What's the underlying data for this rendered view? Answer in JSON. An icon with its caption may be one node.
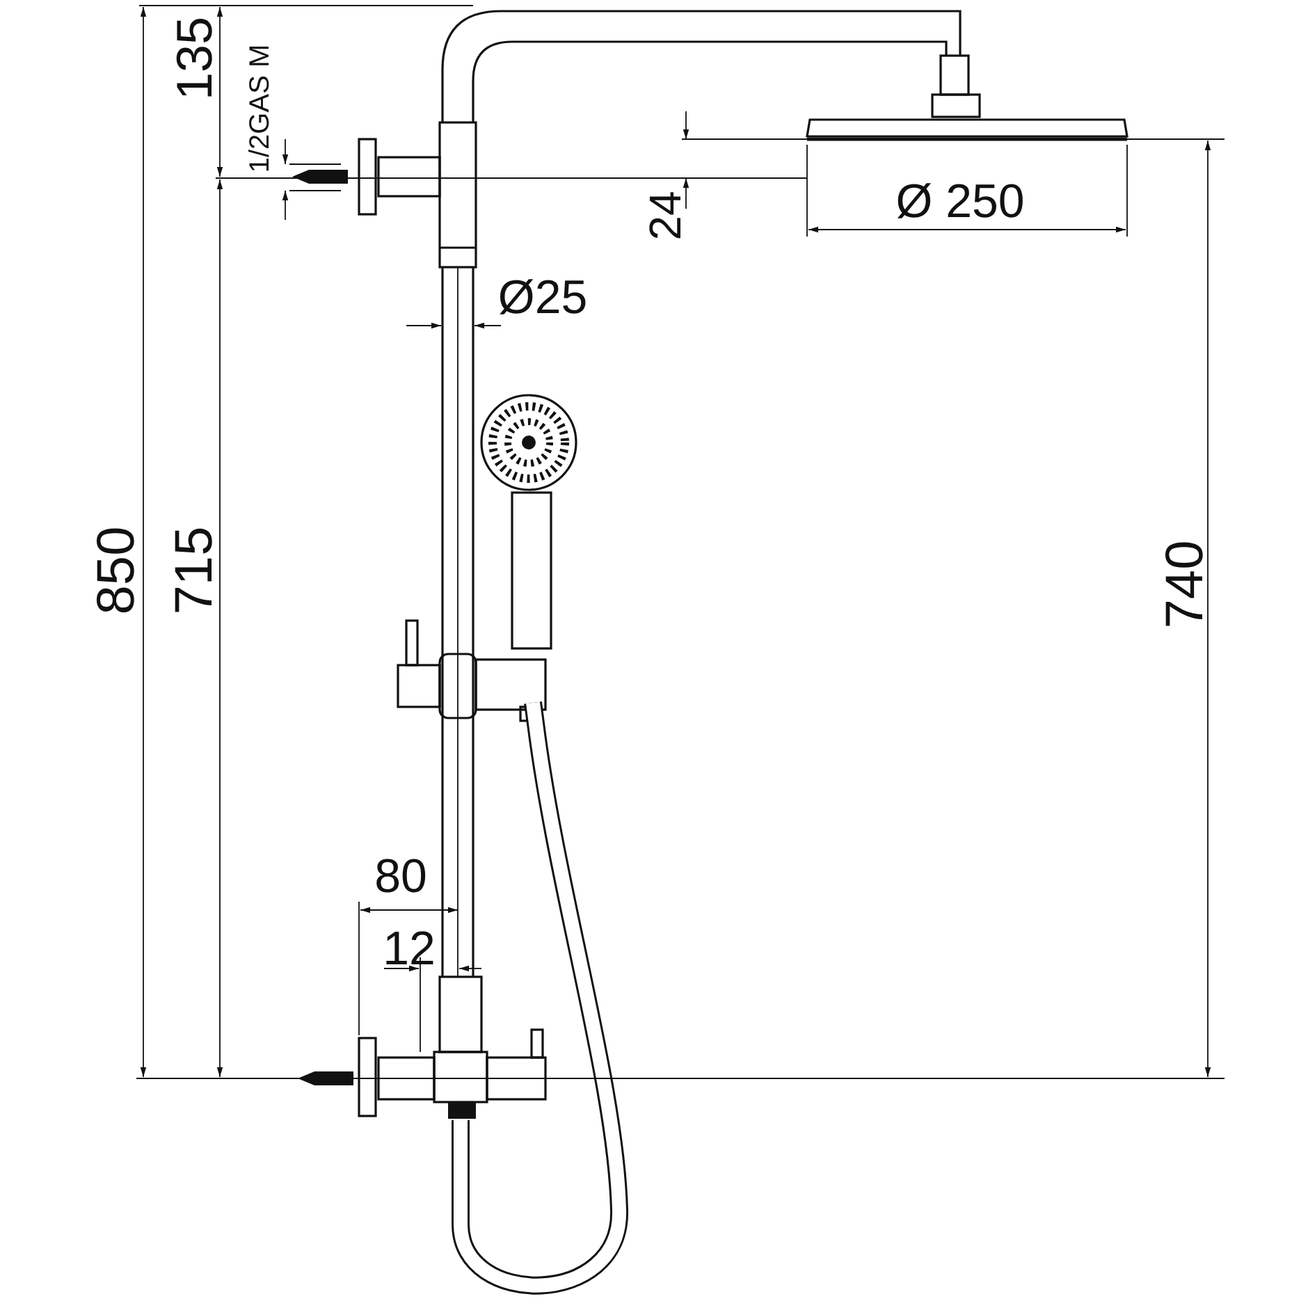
{
  "diagram": {
    "labels": [
      "135",
      "1/2GAS M",
      "Ø 250",
      "24",
      "Ø25",
      "850",
      "715",
      "740",
      "80",
      "12"
    ]
  }
}
